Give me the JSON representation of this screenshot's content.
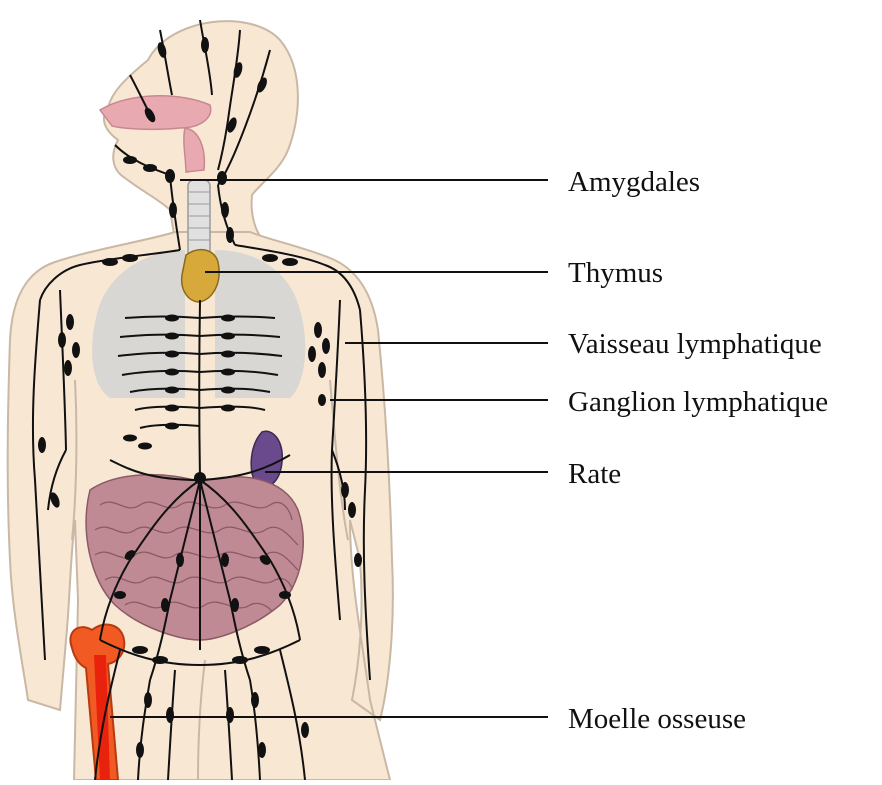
{
  "diagram": {
    "labels": [
      {
        "id": "tonsils",
        "text": "Amygdales"
      },
      {
        "id": "thymus",
        "text": "Thymus"
      },
      {
        "id": "vessel",
        "text": "Vaisseau lymphatique"
      },
      {
        "id": "node",
        "text": "Ganglion lymphatique"
      },
      {
        "id": "spleen",
        "text": "Rate"
      },
      {
        "id": "marrow",
        "text": "Moelle osseuse"
      }
    ],
    "colors": {
      "skin": "#f8e7d2",
      "skin_outline": "#c9b8a5",
      "lungs": "#cfcfcf",
      "thymus": "#d7a93a",
      "spleen": "#6a4a8c",
      "intestine": "#c08a95",
      "bone": "#f15a22",
      "marrow": "#e8220c",
      "nasal": "#e9a9b0",
      "lymph": "#111111"
    }
  }
}
